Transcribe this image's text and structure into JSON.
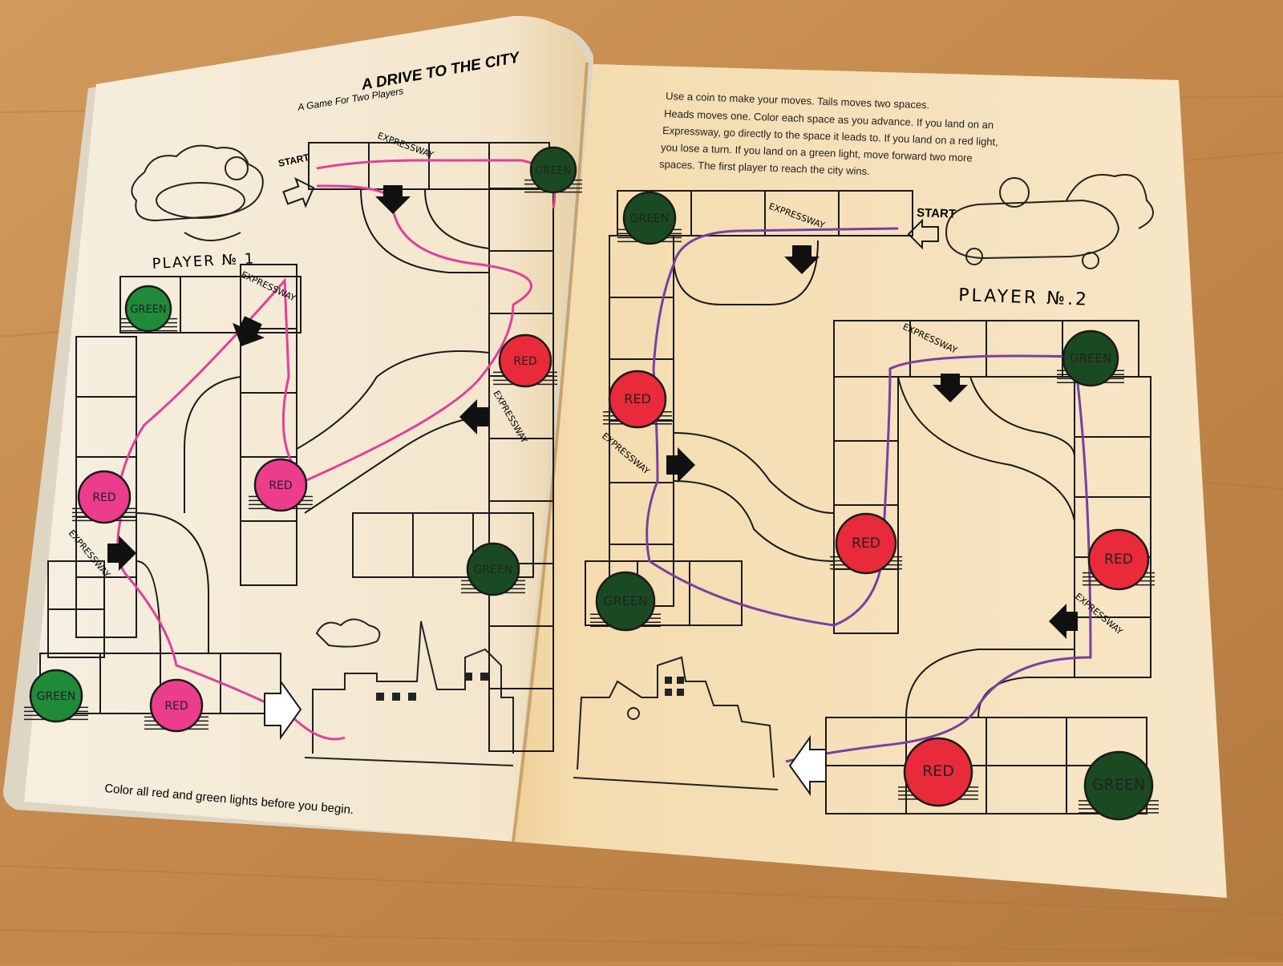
{
  "title": "A DRIVE TO THE CITY",
  "subtitle": "A Game For Two Players",
  "instructions": [
    "Use a coin to make your moves. Tails moves two spaces.",
    "Heads moves one. Color each space as you advance. If you land on an",
    "Expressway, go directly to the space it leads to. If you land on a red light,",
    "you lose a turn. If you land on a green light, move forward two more",
    "spaces. The first player to reach the city wins."
  ],
  "footer": "Color all red and green lights before you begin.",
  "player1": {
    "label": "PLAYER № 1",
    "start": "START",
    "path_color": "#e0409a"
  },
  "player2": {
    "label": "PLAYER №.2",
    "start": "START",
    "path_color": "#7a3fa0"
  },
  "light_labels": {
    "red": "RED",
    "green": "GREEN"
  },
  "expressway_label": "EXPRESSWAY",
  "colors": {
    "red_light": "#e82a3a",
    "pink_light": "#ec3c8c",
    "green_light": "#1f8a3a",
    "dark_green_light": "#1a4a22",
    "wood": "#c58a4c",
    "paper": "#f4ead2"
  }
}
